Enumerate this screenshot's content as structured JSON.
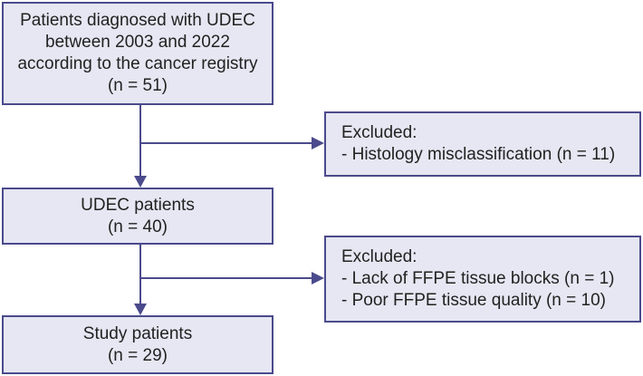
{
  "colors": {
    "box_fill": "#e6e7f2",
    "border": "#4b4a8c",
    "arrow": "#4b4a8c",
    "text": "#222222"
  },
  "boxes": {
    "registry": {
      "lines": [
        "Patients diagnosed with UDEC",
        "between 2003 and 2022",
        "according to the cancer registry",
        "(n = 51)"
      ]
    },
    "excluded1": {
      "lines": [
        "Excluded:",
        "- Histology misclassification (n = 11)"
      ]
    },
    "udec": {
      "lines": [
        "UDEC patients",
        "(n = 40)"
      ]
    },
    "excluded2": {
      "lines": [
        "Excluded:",
        "- Lack of FFPE tissue blocks (n = 1)",
        "- Poor FFPE tissue quality (n = 10)"
      ]
    },
    "study": {
      "lines": [
        "Study patients",
        "(n = 29)"
      ]
    }
  }
}
